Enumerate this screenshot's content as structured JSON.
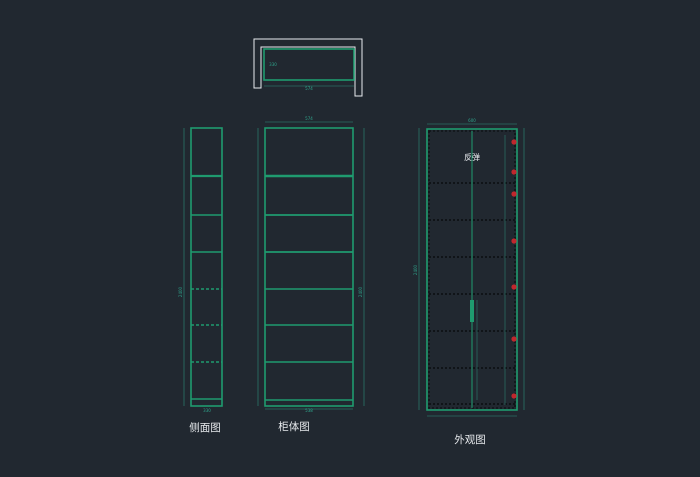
{
  "colors": {
    "background": "#212830",
    "cabinet": "#1f9b6f",
    "dimension": "#2e8f7c",
    "outline": "#e9ecef",
    "dashed": "#101418",
    "hinge": "#c0272d"
  },
  "labels": {
    "side_view": "侧面图",
    "body_view": "柜体图",
    "exterior_view": "外观图",
    "door_note": "反弹"
  },
  "dimensions": {
    "top_width": "574",
    "top_depth": "330",
    "body_width": "574",
    "side_depth": "330",
    "total_height": "2400",
    "inner_width": "538",
    "exterior_width": "600",
    "exterior_height": "2400"
  }
}
